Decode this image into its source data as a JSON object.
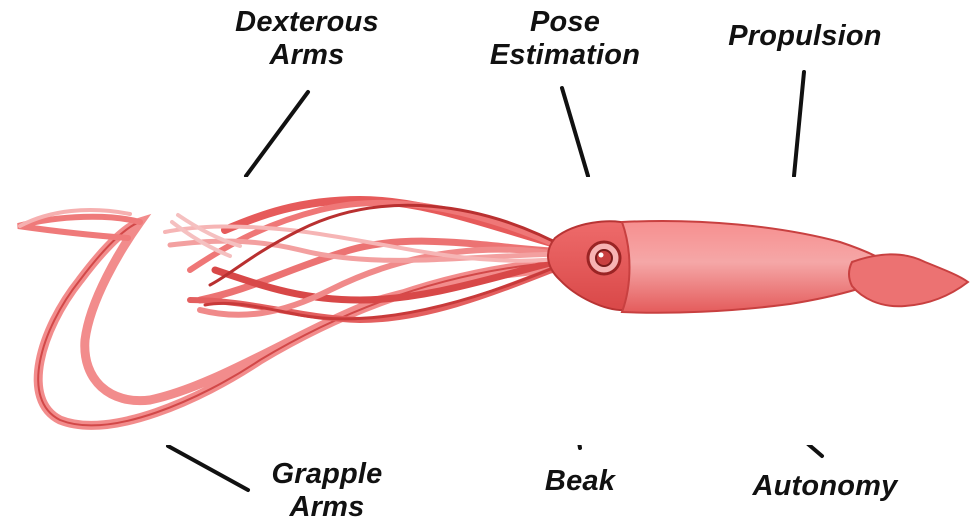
{
  "labels": {
    "dexterous_arms": [
      "Dexterous",
      "Arms"
    ],
    "pose_estimation": [
      "Pose",
      "Estimation"
    ],
    "propulsion": "Propulsion",
    "grapple_arms": [
      "Grapple",
      "Arms"
    ],
    "beak": "Beak",
    "autonomy": "Autonomy"
  },
  "colors": {
    "squid_body": "#ef6a6a",
    "squid_outline": "#c23a3a",
    "squid_dark": "#a82a2a",
    "squid_light": "#fbd2d2",
    "leader_line": "#111111",
    "label_text": "#111111"
  }
}
